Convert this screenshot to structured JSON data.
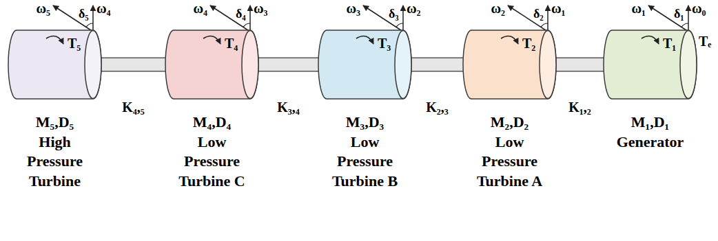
{
  "diagram": {
    "nodes": [
      {
        "text": [
          "T₅",
          "M₅,D₅",
          "High Pressure Turbine"
        ]
      },
      {
        "text": [
          "T₄",
          "M₄,D₄",
          "Low Pressure Turbine C"
        ]
      },
      {
        "text": [
          "T₃",
          "M₃,D₃",
          "Low Pressure Turbine B"
        ]
      },
      {
        "text": [
          "T₂",
          "M₂,D₂",
          "Low Pressure Turbine A"
        ]
      },
      {
        "text": [
          "T₁",
          "M₁,D₁",
          "Generator"
        ]
      }
    ],
    "edges": [
      {
        "from": 0,
        "to": 1,
        "arrow": "none",
        "label": "K₄,₅"
      },
      {
        "from": 1,
        "to": 2,
        "arrow": "none",
        "label": "K₃,₄"
      },
      {
        "from": 2,
        "to": 3,
        "arrow": "none",
        "label": "K₂,₃"
      },
      {
        "from": 3,
        "to": 4,
        "arrow": "none",
        "label": "K₁,₂"
      }
    ],
    "labels": [
      "ω₅",
      "ω₄",
      "δ₅",
      "ω₄",
      "ω₃",
      "δ₄",
      "ω₃",
      "ω₂",
      "δ₃",
      "ω₂",
      "ω₁",
      "δ₂",
      "ω₁",
      "ω₀",
      "δ₁",
      "Tₑ"
    ]
  }
}
